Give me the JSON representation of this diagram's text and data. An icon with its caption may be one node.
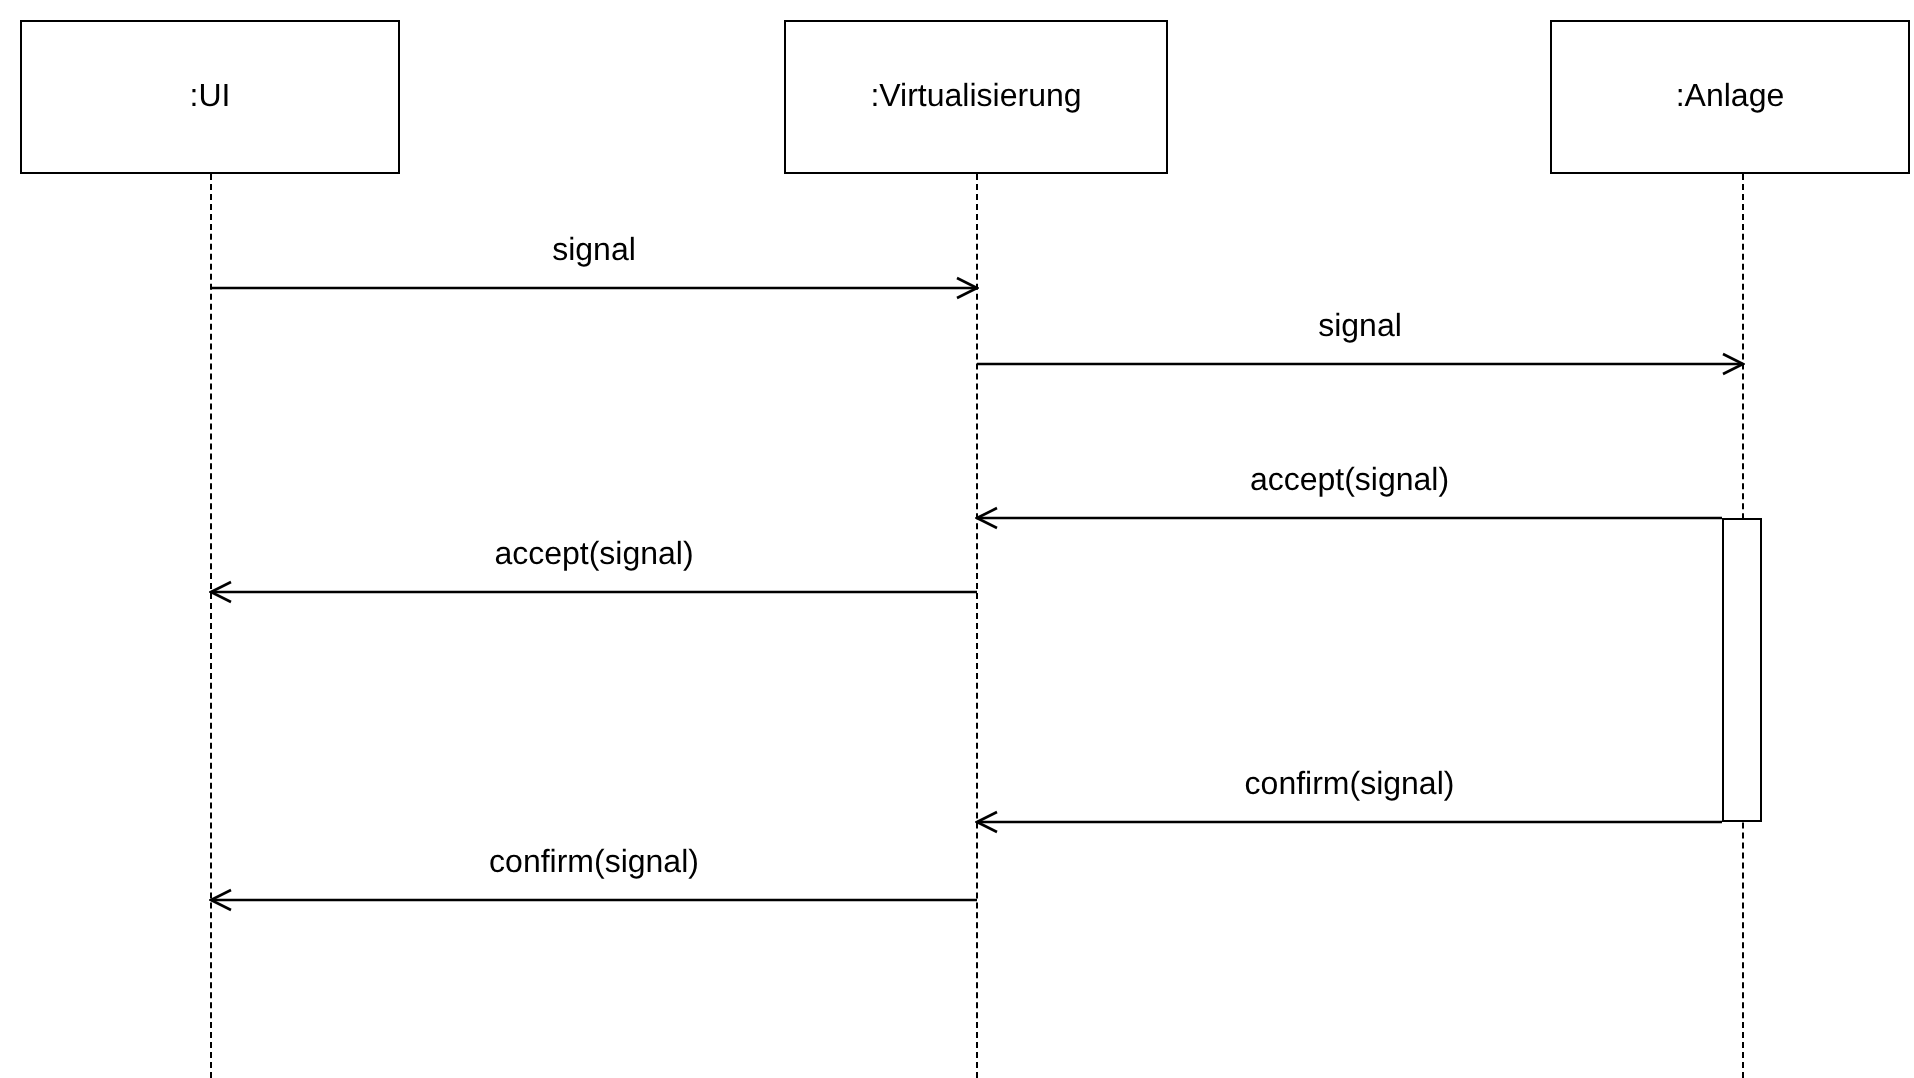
{
  "diagram": {
    "nodes": [
      {
        "text": [
          ":UI"
        ]
      },
      {
        "text": [
          ":Virtualisierung"
        ]
      },
      {
        "text": [
          ":Anlage"
        ]
      },
      {
        "text": [],
        "shape": "lifeline"
      },
      {
        "text": [],
        "shape": "lifeline"
      },
      {
        "text": [],
        "shape": "lifeline"
      },
      {
        "text": [],
        "shape": "bar"
      }
    ],
    "edges": [
      {
        "from": 3,
        "to": 4,
        "arrow": "to",
        "label": "signal"
      },
      {
        "from": 4,
        "to": 5,
        "arrow": "to",
        "label": "signal"
      },
      {
        "from": 6,
        "to": 4,
        "arrow": "to",
        "label": "accept(signal)"
      },
      {
        "from": 4,
        "to": 3,
        "arrow": "to",
        "label": "accept(signal)"
      },
      {
        "from": 6,
        "to": 4,
        "arrow": "to",
        "label": "confirm(signal)"
      },
      {
        "from": 4,
        "to": 3,
        "arrow": "to",
        "label": "confirm(signal)"
      }
    ]
  }
}
